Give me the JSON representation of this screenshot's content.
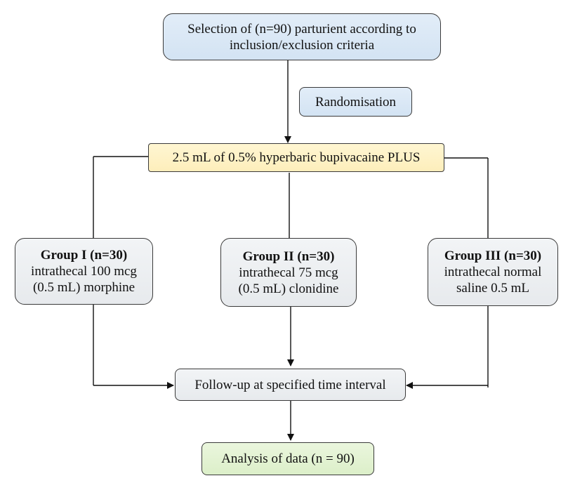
{
  "selection": {
    "line1": "Selection of (n=90) parturient according to",
    "line2": "inclusion/exclusion criteria"
  },
  "randomisation": "Randomisation",
  "base_drug": "2.5 mL of 0.5% hyperbaric bupivacaine PLUS",
  "groups": [
    {
      "title": "Group I (n=30)",
      "line1": "intrathecal 100 mcg",
      "line2": "(0.5 mL) morphine"
    },
    {
      "title": "Group II (n=30)",
      "line1": "intrathecal 75 mcg",
      "line2": "(0.5 mL) clonidine"
    },
    {
      "title": "Group III (n=30)",
      "line1": "intrathecal normal",
      "line2": "saline 0.5 mL"
    }
  ],
  "followup": "Follow-up at specified time interval",
  "analysis": "Analysis of data (n = 90)"
}
